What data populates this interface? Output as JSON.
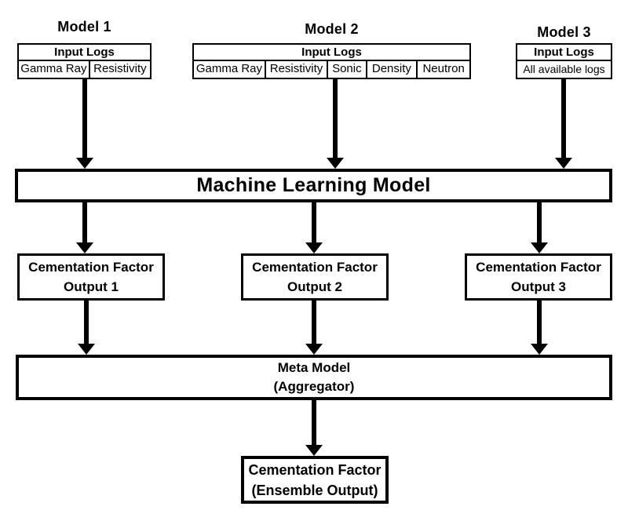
{
  "canvas": {
    "background": "#ffffff",
    "ink": "#000000"
  },
  "models": [
    {
      "title": "Model 1",
      "header": "Input Logs",
      "cells": [
        "Gamma Ray",
        "Resistivity"
      ]
    },
    {
      "title": "Model 2",
      "header": "Input Logs",
      "cells": [
        "Gamma Ray",
        "Resistivity",
        "Sonic",
        "Density",
        "Neutron"
      ]
    },
    {
      "title": "Model 3",
      "header": "Input Logs",
      "cells": [
        "All available logs"
      ]
    }
  ],
  "ml_box": {
    "label": "Machine Learning Model"
  },
  "outputs": [
    {
      "line1": "Cementation Factor",
      "line2": "Output 1"
    },
    {
      "line1": "Cementation Factor",
      "line2": "Output 2"
    },
    {
      "line1": "Cementation Factor",
      "line2": "Output 3"
    }
  ],
  "meta_box": {
    "line1": "Meta Model",
    "line2": "(Aggregator)"
  },
  "final_box": {
    "line1": "Cementation Factor",
    "line2": "(Ensemble Output)"
  }
}
